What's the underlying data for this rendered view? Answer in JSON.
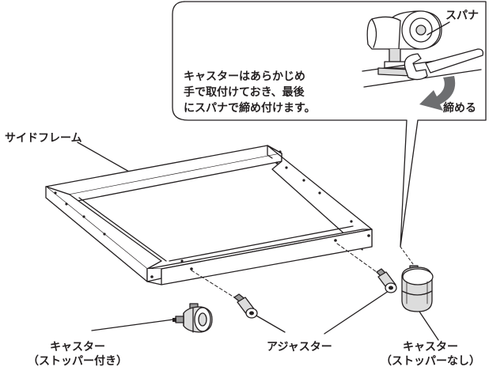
{
  "callout": {
    "lines": [
      "キャスターはあらかじめ",
      "手で取付けておき、最後",
      "にスパナで締め付けます。"
    ],
    "spanner_label": "スパナ",
    "tighten_label": "締める"
  },
  "labels": {
    "side_frame": "サイドフレーム",
    "caster_with_stopper": [
      "キャスター",
      "（ストッパー付き）"
    ],
    "adjuster": "アジャスター",
    "caster_no_stopper": [
      "キャスター",
      "（ストッパーなし）"
    ]
  },
  "colors": {
    "line": "#231f20",
    "part_fill": "#dcdcdc",
    "part_dark": "#9a9a9a",
    "arrow": "#6d6e70",
    "background": "#ffffff"
  }
}
